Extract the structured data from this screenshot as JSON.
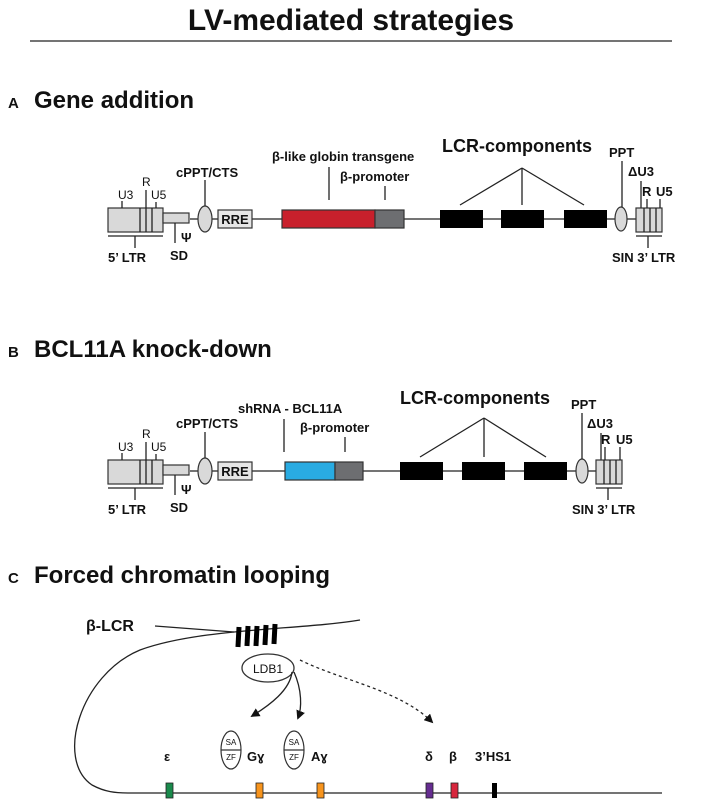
{
  "title": "LV-mediated strategies",
  "sections": {
    "a": {
      "letter": "A",
      "title": "Gene addition",
      "labels": {
        "u3": "U3",
        "r": "R",
        "u5": "U5",
        "ltr5": "5’ LTR",
        "sd": "SD",
        "psi": "Ψ",
        "cppt": "cPPT/CTS",
        "rre": "RRE",
        "transgene": "β-like globin transgene",
        "promoter": "β-promoter",
        "lcr": "LCR-components",
        "ppt": "PPT",
        "du3": "ΔU3",
        "r3": "R",
        "u53": "U5",
        "ltr3": "SIN 3’ LTR"
      }
    },
    "b": {
      "letter": "B",
      "title": "BCL11A knock-down",
      "labels": {
        "u3": "U3",
        "r": "R",
        "u5": "U5",
        "ltr5": "5’ LTR",
        "sd": "SD",
        "psi": "Ψ",
        "cppt": "cPPT/CTS",
        "rre": "RRE",
        "transgene": "shRNA - BCL11A",
        "promoter": "β-promoter",
        "lcr": "LCR-components",
        "ppt": "PPT",
        "du3": "ΔU3",
        "r3": "R",
        "u53": "U5",
        "ltr3": "SIN 3’ LTR"
      }
    },
    "c": {
      "letter": "C",
      "title": "Forced chromatin looping",
      "labels": {
        "lcr": "β-LCR",
        "ldb1": "LDB1",
        "sa": "SA",
        "zf": "ZF",
        "epsilon": "ε",
        "ggamma": "Gɣ",
        "agamma": "Aɣ",
        "delta": "δ",
        "beta": "β",
        "hs1": "3’HS1"
      }
    }
  },
  "colors": {
    "transgene_a": "#c8202c",
    "transgene_b": "#29abe2",
    "promoter": "#6d6e71",
    "ltr": "#d9d9d9",
    "lcr_block": "#000000",
    "epsilon": "#1a8a4c",
    "gamma": "#f7941d",
    "delta": "#662d91",
    "beta": "#d7263d",
    "hs1": "#000000"
  }
}
